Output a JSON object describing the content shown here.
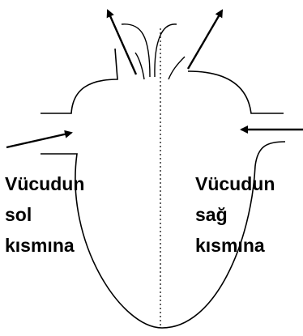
{
  "labels": {
    "left": {
      "line1": "Vücudun",
      "line2": "sol",
      "line3": "kısmına"
    },
    "right": {
      "line1": "Vücudun",
      "line2": "sağ",
      "line3": "kısmına"
    }
  },
  "colors": {
    "stroke": "#000000",
    "background": "#ffffff"
  }
}
